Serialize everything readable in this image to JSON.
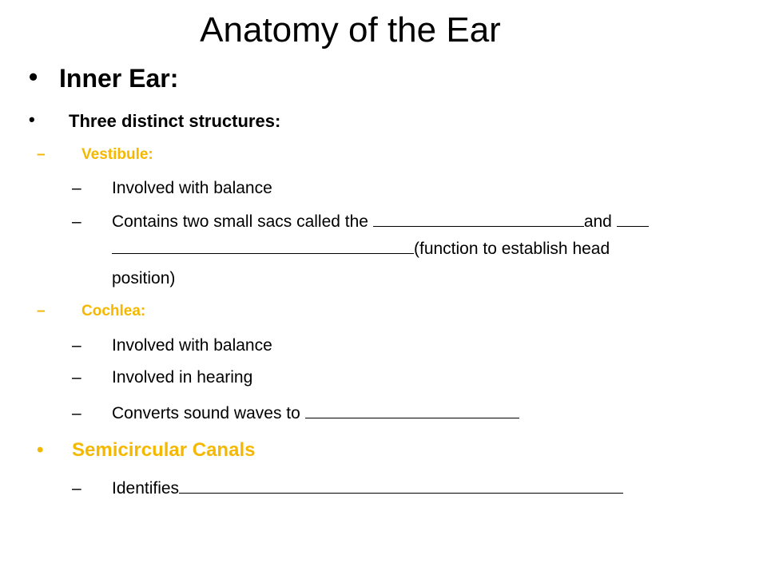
{
  "title": "Anatomy of the Ear",
  "inner_ear": {
    "bullet": "•",
    "heading": "Inner Ear:",
    "structures_bullet": "•",
    "structures_label": "Three distinct structures:"
  },
  "vestibule": {
    "dash": "–",
    "label": "Vestibule:",
    "items": [
      {
        "dash": "–",
        "text": "Involved with balance"
      },
      {
        "dash": "–",
        "text_before": "Contains two small sacs called the ",
        "text_mid": "and ",
        "text_after": "(function to establish head",
        "text_cont": "position)"
      }
    ]
  },
  "cochlea": {
    "dash": "–",
    "label": "Cochlea:",
    "items": [
      {
        "dash": "–",
        "text": "Involved with balance"
      },
      {
        "dash": "–",
        "text": "Involved in hearing"
      },
      {
        "dash": "–",
        "text": "Converts sound waves to "
      }
    ]
  },
  "semicircular": {
    "bullet": "•",
    "label": "Semicircular Canals",
    "items": [
      {
        "dash": "–",
        "text": "Identifies"
      }
    ]
  },
  "colors": {
    "accent": "#f5b800",
    "text": "#000000",
    "background": "#ffffff"
  }
}
